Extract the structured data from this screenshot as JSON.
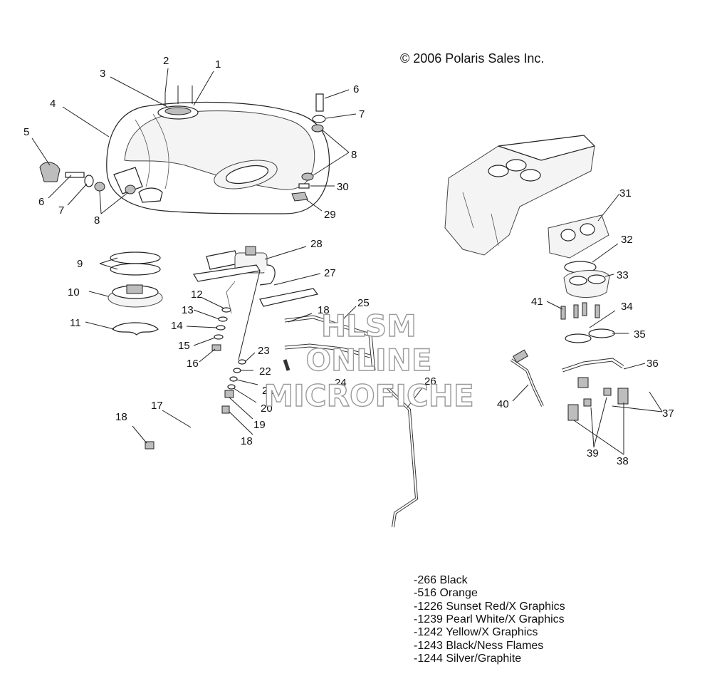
{
  "copyright": "© 2006 Polaris Sales Inc.",
  "watermark": {
    "line1": "HLSM",
    "line2": "ONLINE",
    "line3": "MICROFICHE"
  },
  "callouts": [
    "1",
    "2",
    "3",
    "4",
    "5",
    "6",
    "7",
    "8",
    "6",
    "7",
    "8",
    "9",
    "10",
    "11",
    "12",
    "13",
    "14",
    "15",
    "16",
    "17",
    "18",
    "18",
    "18",
    "19",
    "20",
    "21",
    "22",
    "23",
    "24",
    "25",
    "26",
    "27",
    "28",
    "29",
    "30",
    "31",
    "32",
    "33",
    "34",
    "35",
    "36",
    "37",
    "38",
    "39",
    "40",
    "41"
  ],
  "legend": [
    "-266  Black",
    "-516  Orange",
    "-1226 Sunset Red/X Graphics",
    "-1239 Pearl White/X Graphics",
    "-1242 Yellow/X Graphics",
    "-1243 Black/Ness Flames",
    "-1244 Silver/Graphite"
  ]
}
